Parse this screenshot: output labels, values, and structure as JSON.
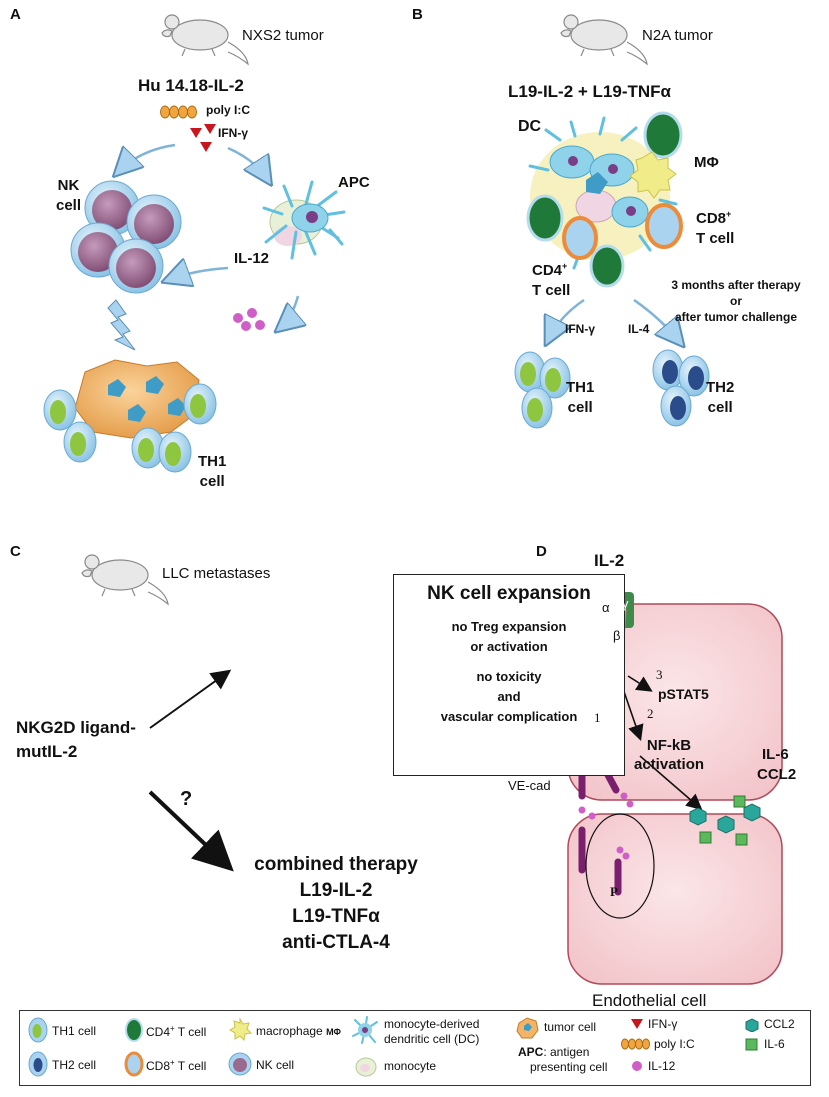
{
  "panels": {
    "A": {
      "letter": "A",
      "title": "NXS2 tumor",
      "drug": "Hu 14.18-IL-2",
      "polyic": "poly I:C",
      "ifng": "IFN-γ",
      "nk_label": [
        "NK",
        "cell"
      ],
      "apc_label": "APC",
      "il12_label": "IL-12",
      "th1_label": [
        "TH1",
        "cell"
      ]
    },
    "B": {
      "letter": "B",
      "title": "N2A tumor",
      "drug": "L19-IL-2 + L19-TNFα",
      "dc": "DC",
      "mphi": "MΦ",
      "cd8": [
        "CD8",
        "+",
        "T cell"
      ],
      "cd4": [
        "CD4",
        "+",
        "T cell"
      ],
      "note": [
        "3 months after therapy",
        "or",
        "after tumor challenge"
      ],
      "ifng": "IFN-γ",
      "il4": "IL-4",
      "th1": [
        "TH1",
        "cell"
      ],
      "th2": [
        "TH2",
        "cell"
      ]
    },
    "C": {
      "letter": "C",
      "title": "LLC metastases",
      "agent": [
        "NKG2D ligand-",
        "mutIL-2"
      ],
      "box_title": "NK cell expansion",
      "box_lines": [
        "no Treg expansion",
        "or activation",
        "no toxicity",
        "and",
        "vascular complication"
      ],
      "question": "?",
      "combined": [
        "combined therapy",
        "L19-IL-2",
        "L19-TNFα",
        "anti-CTLA-4"
      ]
    },
    "D": {
      "letter": "D",
      "il2": "IL-2",
      "alpha": "α",
      "beta": "β",
      "gamma": "γ",
      "n1": "1",
      "n2": "2",
      "n3": "3",
      "pstat5": "pSTAT5",
      "nfkb": [
        "NF-kB",
        "activation"
      ],
      "il6": "IL-6",
      "ccl2": "CCL2",
      "vecad": "VE-cad",
      "p": "P",
      "endothelial": "Endothelial cell"
    }
  },
  "legend": {
    "th1": "TH1 cell",
    "th2": "TH2 cell",
    "cd4": [
      "CD4",
      "+",
      " T cell"
    ],
    "cd8": [
      "CD8",
      "+",
      " T cell"
    ],
    "macrophage": "macrophage",
    "mphi": "MΦ",
    "nk": "NK cell",
    "mono_dc": [
      "monocyte-derived",
      "dendritic cell (DC)"
    ],
    "monocyte": "monocyte",
    "tumor": "tumor cell",
    "apc": [
      "APC",
      ": antigen",
      "presenting cell"
    ],
    "ifng": "IFN-γ",
    "polyic": "poly I:C",
    "il12": "IL-12",
    "ccl2": "CCL2",
    "il6": "IL-6"
  },
  "colors": {
    "cell_blue": "#a9d3ee",
    "nk_purple": "#9a6a8e",
    "th1_green": "#8ec63f",
    "tumor_orange": "#f2b466",
    "dc_blue": "#5fc0e0",
    "mac_yellow": "#f1ec8a",
    "cd4_green": "#1f7a3a",
    "ifng_red": "#c8161d",
    "il12_pink": "#cf5fc7",
    "membrane_pink": "#f7d3d7",
    "membrane_stroke": "#b04a5a",
    "receptor_purple": "#7a1f6e",
    "ccl2_teal": "#2aa79b",
    "il6_green": "#5cb85c"
  }
}
